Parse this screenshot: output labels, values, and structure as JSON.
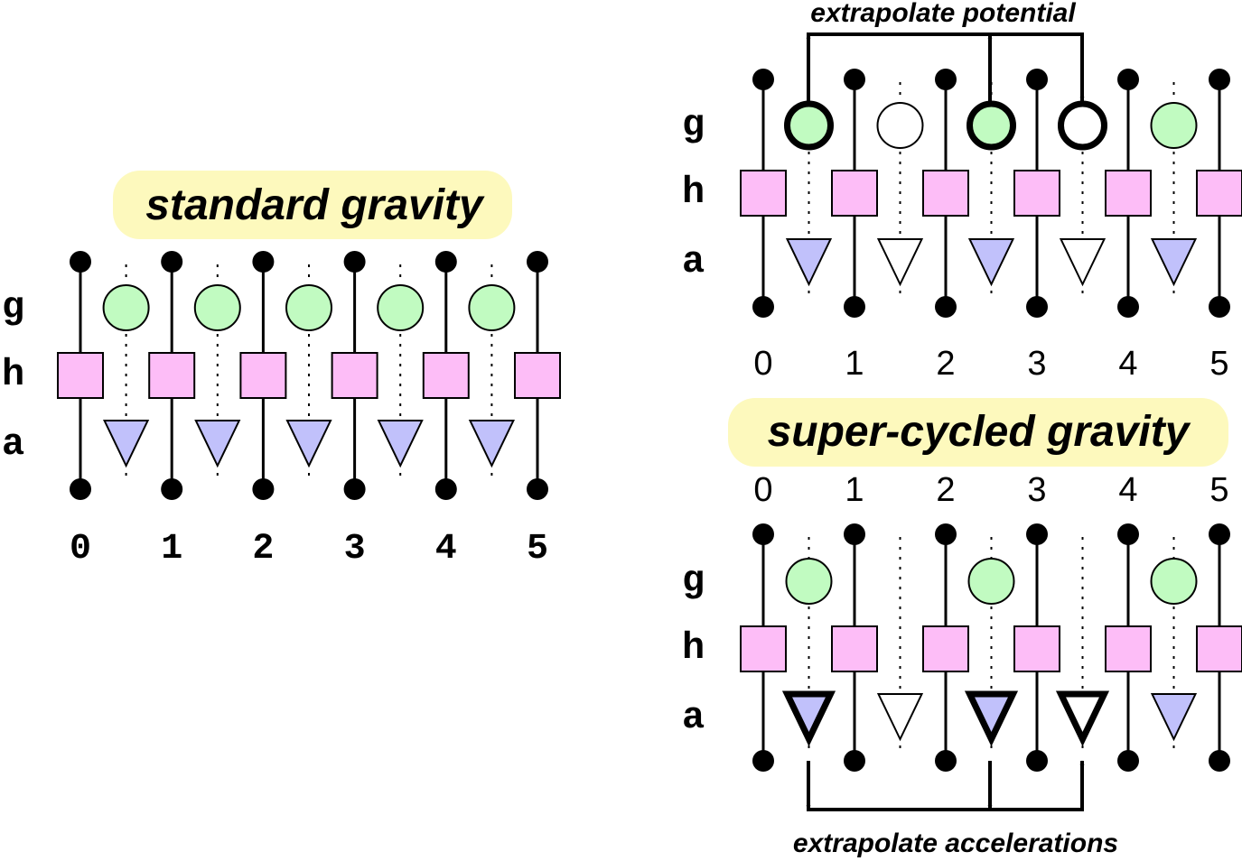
{
  "colors": {
    "g_fill": "#c1fbc1",
    "h_fill": "#fdbdf7",
    "a_fill": "#c1c1fb",
    "empty_fill": "#ffffff",
    "pill_fill": "#fdf9bd",
    "ink": "#000000"
  },
  "row_labels": {
    "g": "g",
    "h": "h",
    "a": "a"
  },
  "steps": [
    "0",
    "1",
    "2",
    "3",
    "4",
    "5"
  ],
  "standard": {
    "title": "standard gravity",
    "g_states": [
      "normal",
      "normal",
      "normal",
      "normal",
      "normal"
    ],
    "a_states": [
      "normal",
      "normal",
      "normal",
      "normal",
      "normal"
    ]
  },
  "supercycled_potential": {
    "caption": "extrapolate potential",
    "g_states": [
      "bold",
      "empty",
      "bold",
      "bold-empty",
      "normal"
    ],
    "a_states": [
      "normal",
      "empty",
      "normal",
      "empty",
      "normal"
    ]
  },
  "supercycled_title": "super-cycled gravity",
  "supercycled_accel": {
    "caption": "extrapolate accelerations",
    "g_states": [
      "normal",
      "none",
      "normal",
      "none",
      "normal"
    ],
    "a_states": [
      "bold",
      "empty",
      "bold",
      "bold-empty",
      "normal"
    ]
  }
}
